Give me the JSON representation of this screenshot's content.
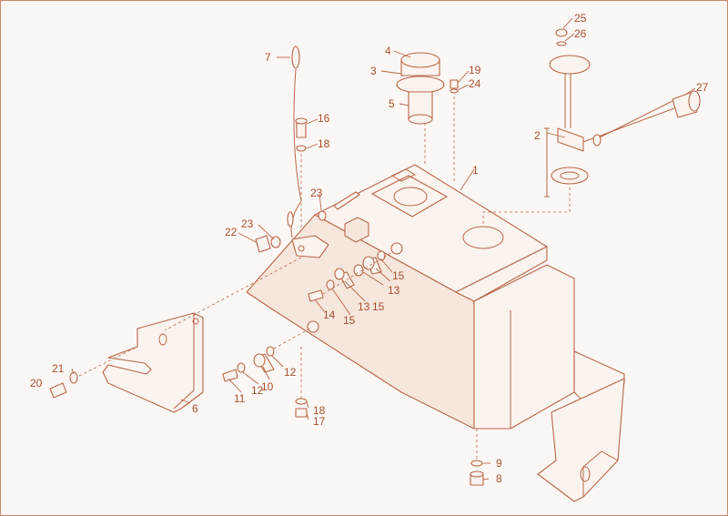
{
  "labels": [
    {
      "id": "1",
      "text": "1"
    },
    {
      "id": "2",
      "text": "2"
    },
    {
      "id": "3",
      "text": "3"
    },
    {
      "id": "4",
      "text": "4"
    },
    {
      "id": "5",
      "text": "5"
    },
    {
      "id": "6",
      "text": "6"
    },
    {
      "id": "7",
      "text": "7"
    },
    {
      "id": "8",
      "text": "8"
    },
    {
      "id": "9",
      "text": "9"
    },
    {
      "id": "10",
      "text": "10"
    },
    {
      "id": "11",
      "text": "11"
    },
    {
      "id": "12a",
      "text": "12"
    },
    {
      "id": "12b",
      "text": "12"
    },
    {
      "id": "13a",
      "text": "13"
    },
    {
      "id": "13b",
      "text": "13"
    },
    {
      "id": "14",
      "text": "14"
    },
    {
      "id": "15a",
      "text": "15"
    },
    {
      "id": "15b",
      "text": "15"
    },
    {
      "id": "15c",
      "text": "15"
    },
    {
      "id": "16",
      "text": "16"
    },
    {
      "id": "17",
      "text": "17"
    },
    {
      "id": "18a",
      "text": "18"
    },
    {
      "id": "18b",
      "text": "18"
    },
    {
      "id": "19",
      "text": "19"
    },
    {
      "id": "20",
      "text": "20"
    },
    {
      "id": "21",
      "text": "21"
    },
    {
      "id": "22",
      "text": "22"
    },
    {
      "id": "23a",
      "text": "23"
    },
    {
      "id": "23b",
      "text": "23"
    },
    {
      "id": "24",
      "text": "24"
    },
    {
      "id": "25",
      "text": "25"
    },
    {
      "id": "26",
      "text": "26"
    },
    {
      "id": "27",
      "text": "27"
    }
  ],
  "colors": {
    "line": "#b8674a",
    "text": "#a8502f",
    "background": "#fbf7f4",
    "border": "#c98a6c"
  }
}
